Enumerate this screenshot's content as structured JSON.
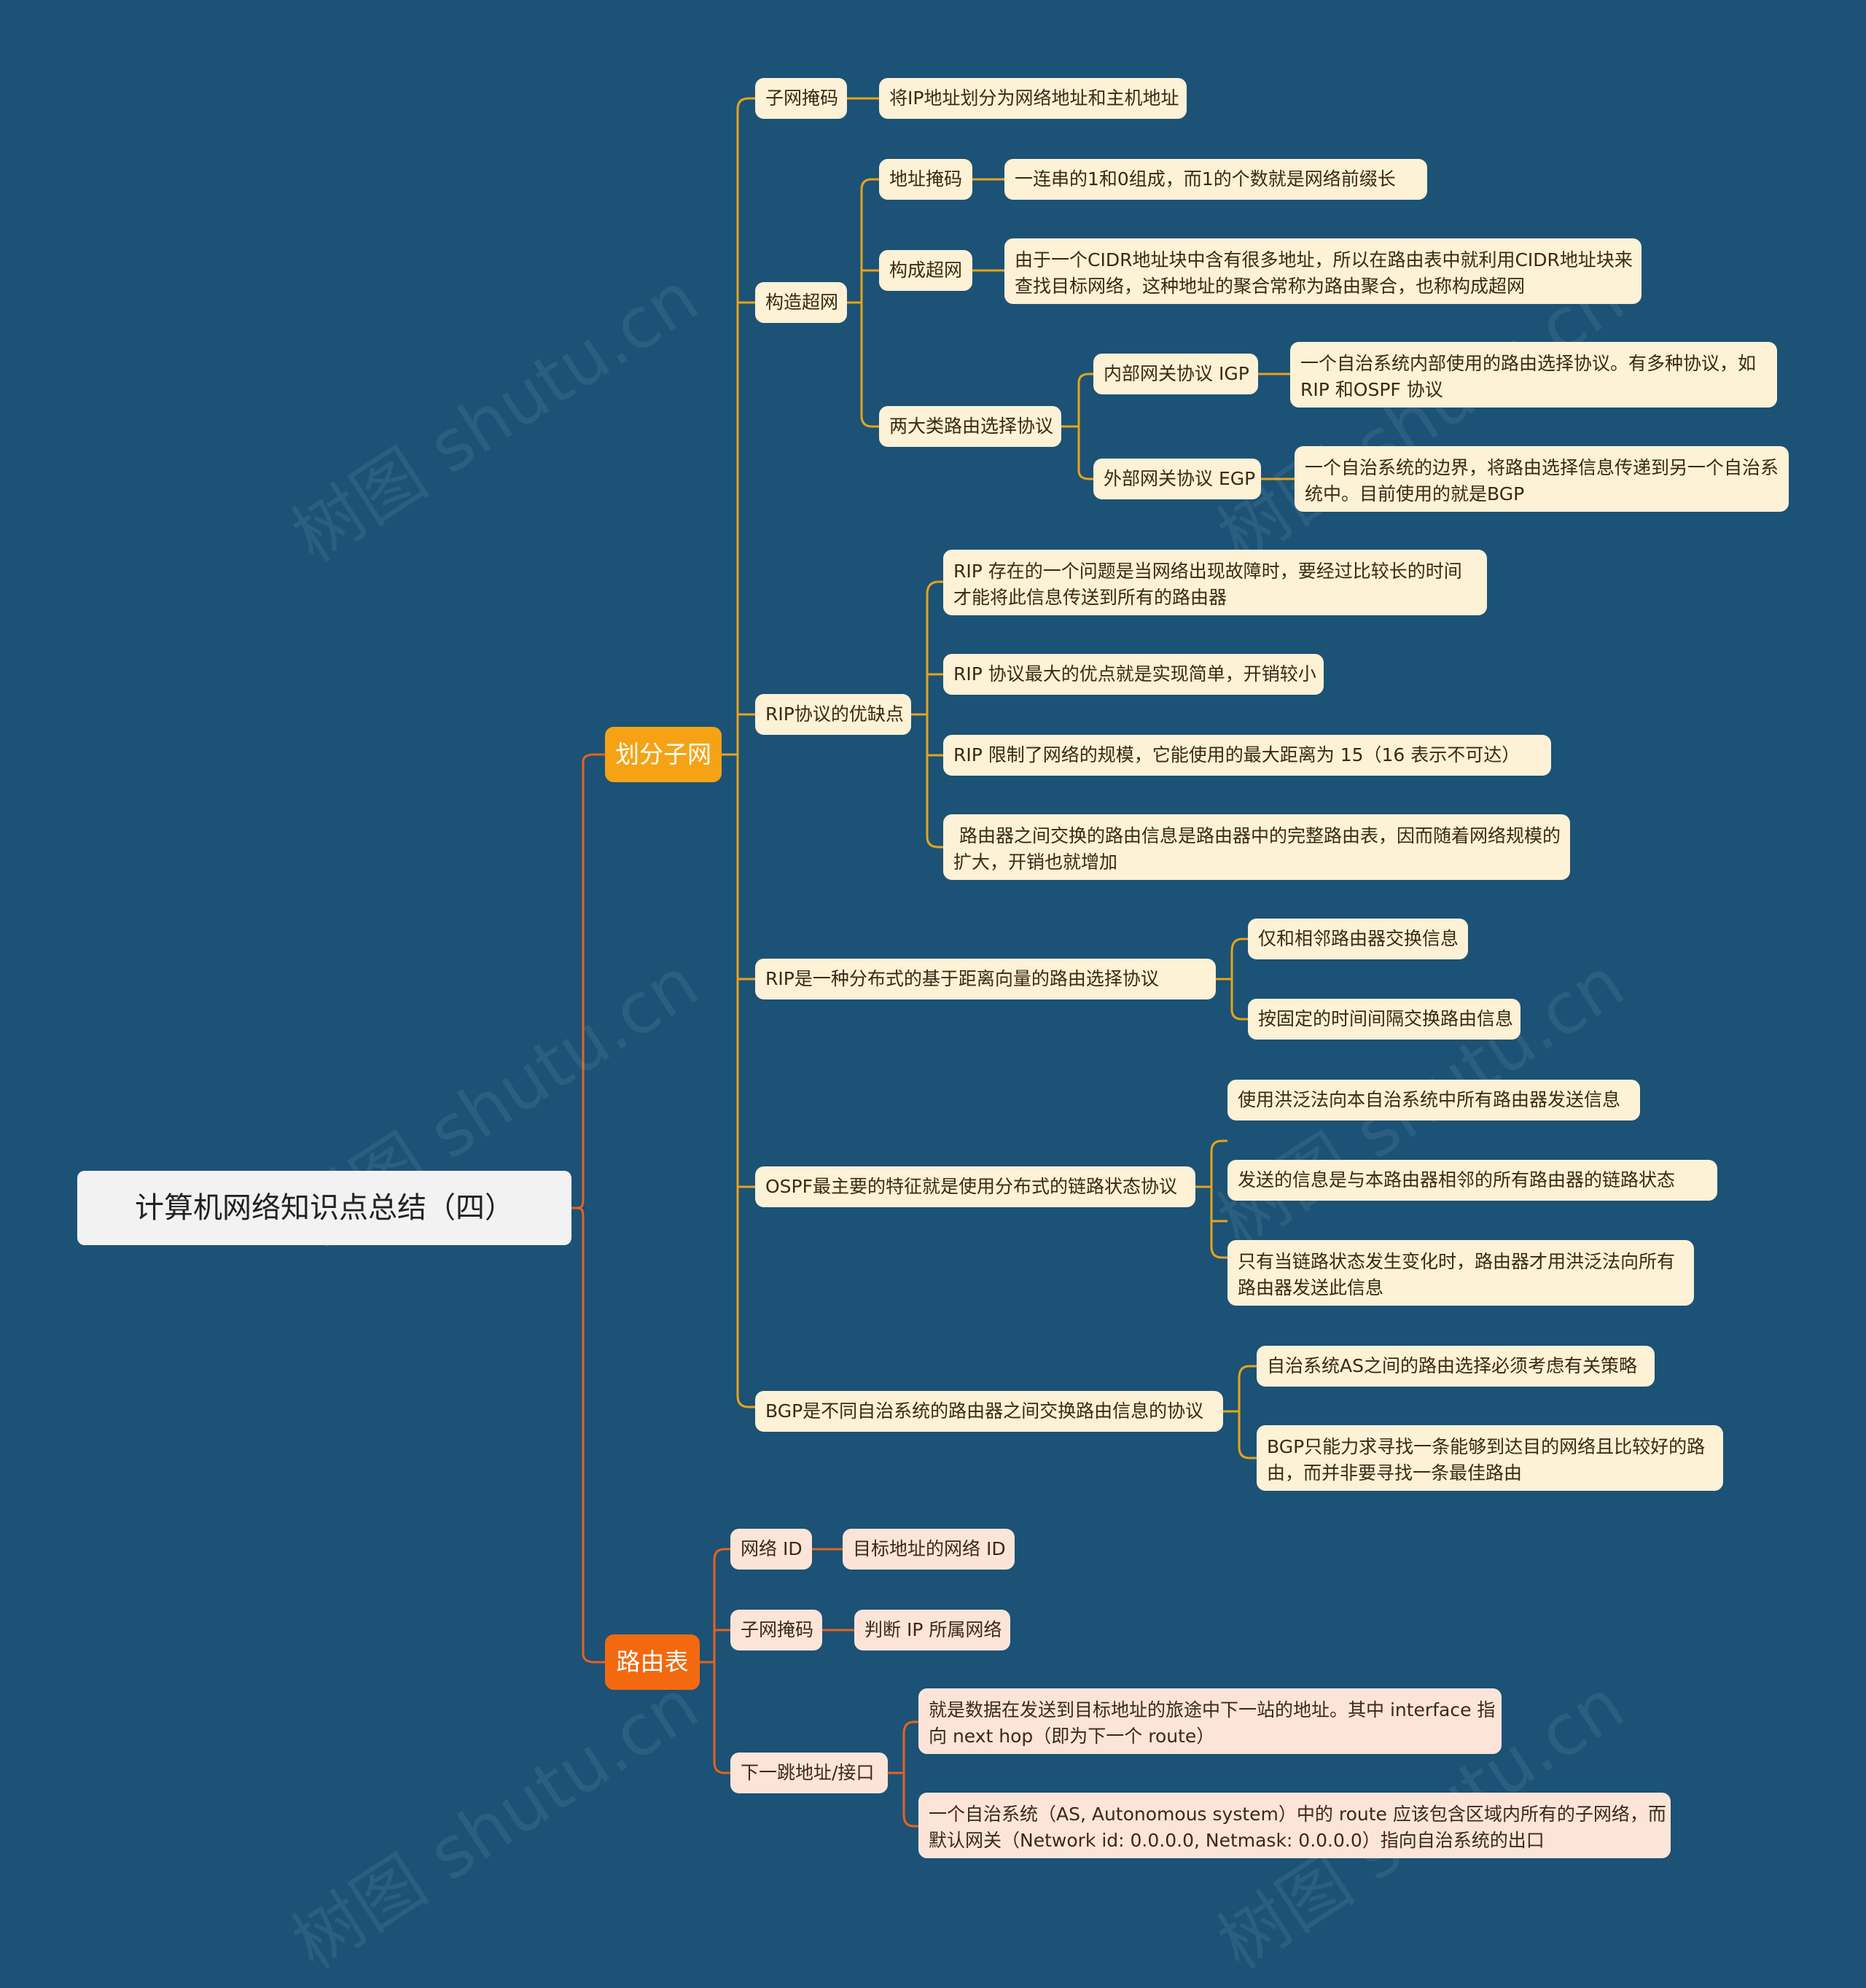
{
  "root": "计算机网络知识点总结（四）",
  "branch1": {
    "label": "划分子网",
    "subnet_mask": {
      "label": "子网掩码",
      "desc": "将IP地址划分为网络地址和主机地址"
    },
    "supernet": {
      "label": "构造超网",
      "addr_mask": {
        "label": "地址掩码",
        "desc": "一连串的1和0组成，而1的个数就是网络前缀长"
      },
      "form": {
        "label": "构成超网",
        "desc1": "由于一个CIDR地址块中含有很多地址，所以在路由表中就利用CIDR地址块来",
        "desc2": "查找目标网络，这种地址的聚合常称为路由聚合，也称构成超网"
      },
      "two": {
        "label": "两大类路由选择协议",
        "igp": {
          "label": "内部网关协议 IGP",
          "desc1": "一个自治系统内部使用的路由选择协议。有多种协议，如",
          "desc2": "RIP 和OSPF 协议"
        },
        "egp": {
          "label": "外部网关协议 EGP",
          "desc1": "一个自治系统的边界，将路由选择信息传递到另一个自治系",
          "desc2": "统中。目前使用的就是BGP"
        }
      }
    },
    "rip": {
      "label": "RIP协议的优缺点",
      "i1a": "RIP 存在的一个问题是当网络出现故障时，要经过比较长的时间",
      "i1b": "才能将此信息传送到所有的路由器",
      "i2": "RIP 协议最大的优点就是实现简单，开销较小",
      "i3": "RIP 限制了网络的规模，它能使用的最大距离为 15（16 表示不可达）",
      "i4a": " 路由器之间交换的路由信息是路由器中的完整路由表，因而随着网络规模的",
      "i4b": "扩大，开销也就增加"
    },
    "ripdv": {
      "label": "RIP是一种分布式的基于距离向量的路由选择协议",
      "i1": "仅和相邻路由器交换信息",
      "i2": "按固定的时间间隔交换路由信息"
    },
    "ospf": {
      "label": "OSPF最主要的特征就是使用分布式的链路状态协议",
      "i1": "使用洪泛法向本自治系统中所有路由器发送信息",
      "i2": "发送的信息是与本路由器相邻的所有路由器的链路状态",
      "i3a": "只有当链路状态发生变化时，路由器才用洪泛法向所有",
      "i3b": "路由器发送此信息"
    },
    "bgp": {
      "label": "BGP是不同自治系统的路由器之间交换路由信息的协议",
      "i1": "自治系统AS之间的路由选择必须考虑有关策略",
      "i2a": "BGP只能力求寻找一条能够到达目的网络且比较好的路",
      "i2b": "由，而并非要寻找一条最佳路由"
    }
  },
  "branch2": {
    "label": "路由表",
    "netid": {
      "label": "网络 ID",
      "desc": "目标地址的网络 ID"
    },
    "mask": {
      "label": "子网掩码",
      "desc": "判断 IP 所属网络"
    },
    "nexthop": {
      "label": "下一跳地址/接口",
      "d1a": "就是数据在发送到目标地址的旅途中下一站的地址。其中 interface 指",
      "d1b": "向 next hop（即为下一个 route）",
      "d2a": "一个自治系统（AS, Autonomous system）中的 route 应该包含区域内所有的子网络，而",
      "d2b": "默认网关（Network id: 0.0.0.0, Netmask: 0.0.0.0）指向自治系统的出口"
    }
  },
  "watermark": "树图 shutu.cn",
  "colors": {
    "background": "#1b5276",
    "branch1": "#f5a315",
    "branch2": "#f36910",
    "leaf1": "#fdf1d6",
    "leaf2": "#fde4d8",
    "line1": "#e8a317",
    "line2": "#e8621c"
  }
}
